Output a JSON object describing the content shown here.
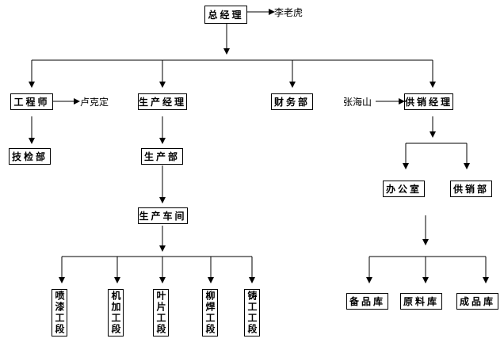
{
  "chart": {
    "top": "总经理",
    "top_person": "李老虎",
    "engineer": "工程师",
    "engineer_person": "卢克定",
    "inspection": "技检部",
    "production_manager": "生产经理",
    "production_dept": "生产部",
    "workshop": "生产车间",
    "sections": [
      "喷漆工段",
      "机加工段",
      "叶片工段",
      "柳焊工段",
      "铸工工段"
    ],
    "finance": "财务部",
    "supply_manager": "供销经理",
    "supply_person": "张海山",
    "office": "办公室",
    "supply_dept": "供销部",
    "warehouses": [
      "备品库",
      "原料库",
      "成品库"
    ]
  }
}
